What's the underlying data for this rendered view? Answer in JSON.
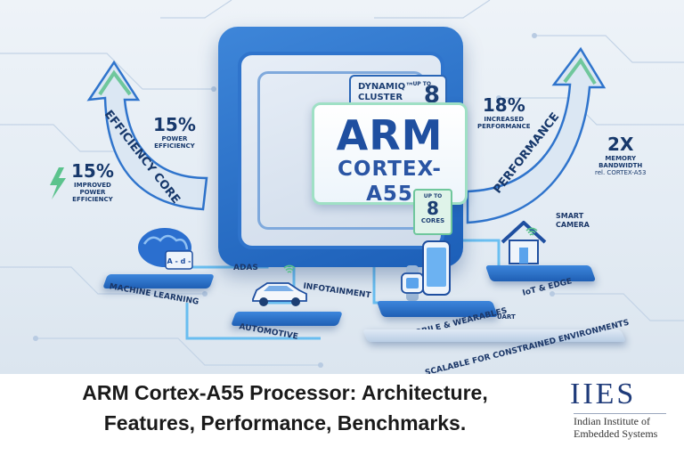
{
  "hero": {
    "chip_title": "ARM",
    "chip_subtitle": "CORTEX-A55",
    "dynamiq_line1": "DYNAMIQ™",
    "dynamiq_line2": "CLUSTER",
    "dynamiq_upto": "UP TO",
    "dynamiq_count": "8",
    "cores_upto": "UP TO",
    "cores_count": "8",
    "cores_label": "CORES",
    "left_arrow_label": "EFFICIENCY CORE",
    "right_arrow_label": "PERFORMANCE",
    "stat_power_pct": "15%",
    "stat_power_label_1": "POWER",
    "stat_power_label_2": "EFFICIENCY",
    "stat_improved_pct": "15%",
    "stat_improved_label_1": "IMPROVED",
    "stat_improved_label_2": "POWER",
    "stat_improved_label_3": "EFFICIENCY",
    "stat_perf_pct": "18%",
    "stat_perf_label_1": "INCREASED",
    "stat_perf_label_2": "PERFORMANCE",
    "stat_mem_value": "2X",
    "stat_mem_label_1": "MEMORY",
    "stat_mem_label_2": "BANDWIDTH",
    "stat_mem_ref": "rel. CORTEX-A53",
    "brain_chip_text": "A - d -",
    "platform_ml": "MACHINE LEARNING",
    "platform_auto": "AUTOMOTIVE",
    "label_adas": "ADAS",
    "label_infotainment": "INFOTAINMENT",
    "platform_mobile": "MOBILE & WEARABLES",
    "label_uart": "UART",
    "platform_iot": "IoT & EDGE",
    "label_smart_1": "SMART",
    "label_smart_2": "CAMERA",
    "platform_scalable": "SCALABLE FOR CONSTRAINED ENVIRONMENTS"
  },
  "caption": {
    "line1": "ARM Cortex-A55 Processor: Architecture,",
    "line2": "Features, Performance, Benchmarks."
  },
  "logo": {
    "mark": "IIES",
    "line1": "Indian Institute of",
    "line2": "Embedded Systems"
  },
  "colors": {
    "accent_blue": "#2f74cc",
    "accent_green": "#6fc79c",
    "text_navy": "#17386b",
    "logo_navy": "#1f3b7a"
  }
}
